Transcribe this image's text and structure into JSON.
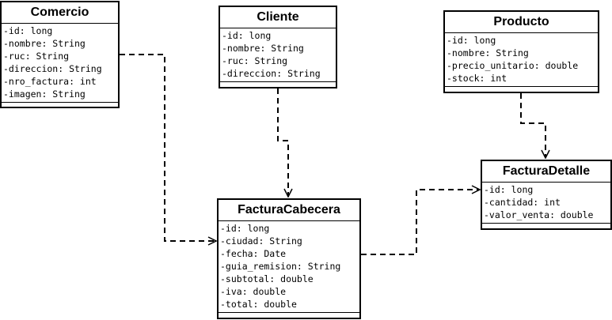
{
  "colors": {
    "stroke": "#000000",
    "background": "#ffffff"
  },
  "classes": {
    "comercio": {
      "name": "Comercio",
      "attributes": [
        "-id: long",
        "-nombre: String",
        "-ruc: String",
        "-direccion: String",
        "-nro_factura: int",
        "-imagen: String"
      ]
    },
    "cliente": {
      "name": "Cliente",
      "attributes": [
        "-id: long",
        "-nombre: String",
        "-ruc: String",
        "-direccion: String"
      ]
    },
    "producto": {
      "name": "Producto",
      "attributes": [
        "-id: long",
        "-nombre: String",
        "-precio_unitario: double",
        "-stock: int"
      ]
    },
    "factura_cabecera": {
      "name": "FacturaCabecera",
      "attributes": [
        "-id: long",
        "-ciudad: String",
        "-fecha: Date",
        "-guia_remision: String",
        "-subtotal: double",
        "-iva: double",
        "-total: double"
      ]
    },
    "factura_detalle": {
      "name": "FacturaDetalle",
      "attributes": [
        "-id: long",
        "-cantidad: int",
        "-valor_venta: double"
      ]
    }
  },
  "dependencies": [
    {
      "from": "comercio",
      "to": "factura_cabecera"
    },
    {
      "from": "cliente",
      "to": "factura_cabecera"
    },
    {
      "from": "producto",
      "to": "factura_detalle"
    },
    {
      "from": "factura_cabecera",
      "to": "factura_detalle"
    }
  ]
}
